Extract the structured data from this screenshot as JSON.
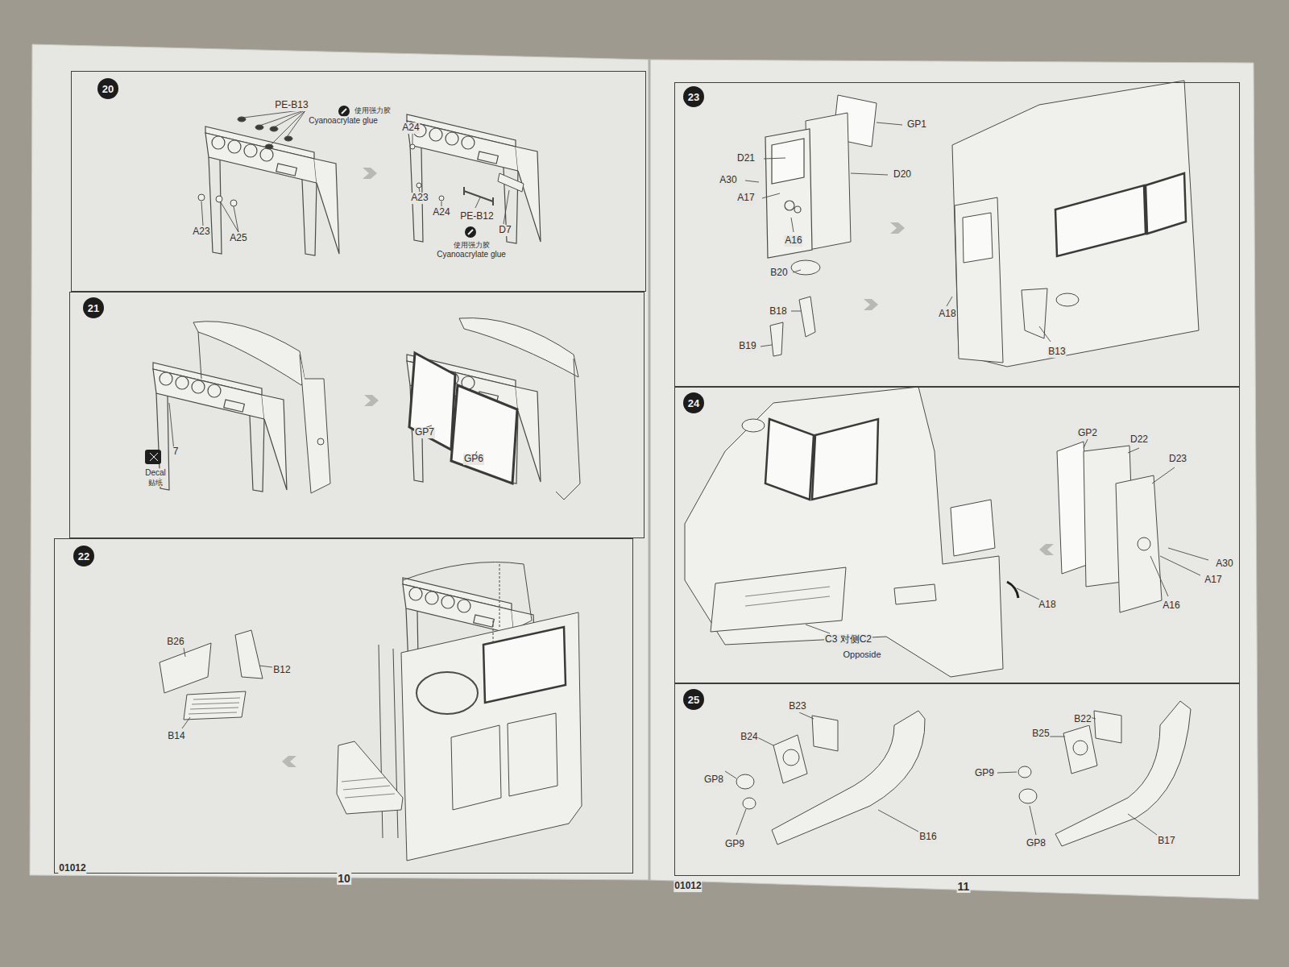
{
  "diagram": {
    "nodes": [
      {
        "text": [
          "20"
        ]
      },
      {
        "text": [
          "21"
        ]
      },
      {
        "text": [
          "22"
        ]
      },
      {
        "text": [
          "23"
        ]
      },
      {
        "text": [
          "24"
        ]
      },
      {
        "text": [
          "25"
        ]
      }
    ],
    "labels": [
      "PE-B13",
      "使用强力胶",
      "Cyanoacrylate glue",
      "A23",
      "A25",
      "A24",
      "A23",
      "A24",
      "PE-B12",
      "使用强力胶",
      "Cyanoacrylate glue",
      "D7",
      "7",
      "Decal",
      "贴纸",
      "GP7",
      "GP6",
      "B26",
      "B12",
      "B14",
      "GP1",
      "D21",
      "D20",
      "A30",
      "A17",
      "A16",
      "B20",
      "B18",
      "B19",
      "A18",
      "B13",
      "GP2",
      "D22",
      "D23",
      "A30",
      "A17",
      "A16",
      "A18",
      "C3 对侧C2",
      "Opposide",
      "B23",
      "B24",
      "GP8",
      "GP9",
      "B16",
      "B22",
      "B25",
      "GP9",
      "GP8",
      "B17",
      "01012",
      "10",
      "01012",
      "11"
    ]
  }
}
